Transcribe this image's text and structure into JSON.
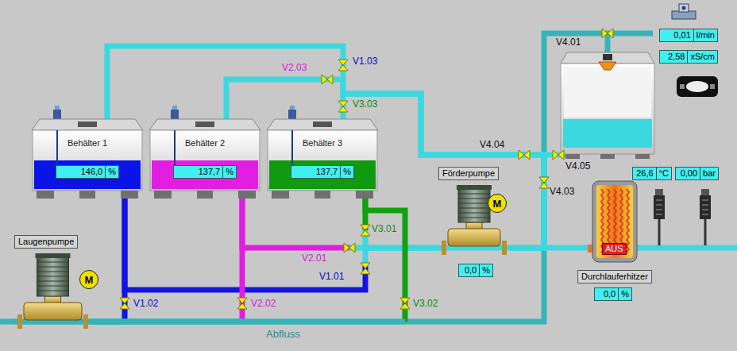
{
  "diagram": {
    "nodes": [
      {
        "text": [
          "Behälter 1"
        ]
      },
      {
        "text": [
          "146,0",
          "%"
        ],
        "in": 0
      },
      {
        "text": [
          "Behälter 2"
        ]
      },
      {
        "text": [
          "137,7",
          "%"
        ],
        "in": 2
      },
      {
        "text": [
          "Behälter 3"
        ]
      },
      {
        "text": [
          "137,7",
          "%"
        ],
        "in": 4
      },
      {
        "text": [
          "0,01",
          "l/min"
        ]
      },
      {
        "text": [
          "2,58",
          "xS/cm"
        ]
      },
      {
        "text": [
          "Förderpumpe"
        ]
      },
      {
        "text": [
          "M"
        ],
        "in": 8
      },
      {
        "text": [
          "0,0",
          "%"
        ]
      },
      {
        "text": [
          "26,6",
          "°C"
        ]
      },
      {
        "text": [
          "0,00",
          "bar"
        ]
      },
      {
        "text": [
          "Laugenpumpe"
        ]
      },
      {
        "text": [
          "M"
        ],
        "in": 13
      },
      {
        "text": [
          "Durchlauferhitzer"
        ]
      },
      {
        "text": [
          "AUS"
        ],
        "in": 15
      },
      {
        "text": [
          "0,0",
          "%"
        ]
      }
    ],
    "edges": [
      {
        "from": 0,
        "to": 8,
        "arrow": "none"
      },
      {
        "from": 2,
        "to": 8,
        "arrow": "none"
      },
      {
        "from": 4,
        "to": 8,
        "arrow": "none"
      },
      {
        "from": 0,
        "to": 13,
        "arrow": "none"
      },
      {
        "from": 2,
        "to": 13,
        "arrow": "none"
      },
      {
        "from": 4,
        "to": 13,
        "arrow": "none"
      },
      {
        "from": 8,
        "to": 15,
        "arrow": "none"
      },
      {
        "from": 8,
        "to": 0,
        "arrow": "none"
      },
      {
        "from": 8,
        "to": 2,
        "arrow": "none"
      },
      {
        "from": 8,
        "to": 4,
        "arrow": "none"
      }
    ],
    "labels": [
      "V1.03",
      "V2.03",
      "V3.03",
      "V4.01",
      "V4.04",
      "V4.05",
      "V4.03",
      "V3.01",
      "V2.01",
      "V1.01",
      "V1.02",
      "V2.02",
      "V3.02",
      "Abfluss"
    ]
  }
}
